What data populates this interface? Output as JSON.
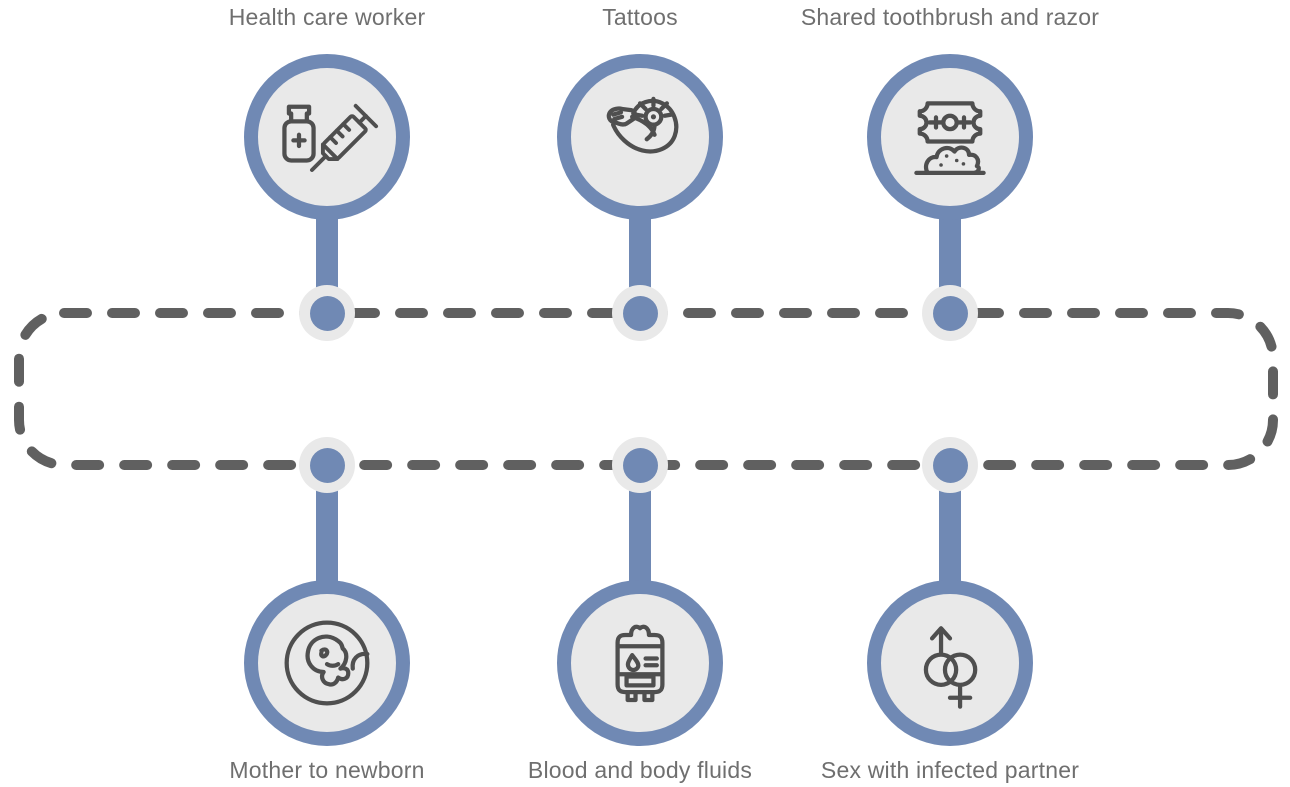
{
  "diagram": {
    "kind": "transmission-routes-cycle-infographic",
    "colors": {
      "accent_blue": "#7089b4",
      "circle_fill": "#e9e9e9",
      "dash_gray": "#606060",
      "icon_stroke": "#4f4f4f",
      "label_gray": "#6f6f6f",
      "background": "#ffffff"
    },
    "items": [
      {
        "label": "Health care worker",
        "icon": "vial-syringe-icon",
        "row": "top"
      },
      {
        "label": "Tattoos",
        "icon": "tattoo-arm-icon",
        "row": "top"
      },
      {
        "label": "Shared toothbrush and razor",
        "icon": "razor-foam-icon",
        "row": "top"
      },
      {
        "label": "Mother to newborn",
        "icon": "fetus-icon",
        "row": "bottom"
      },
      {
        "label": "Blood and body fluids",
        "icon": "blood-bag-icon",
        "row": "bottom"
      },
      {
        "label": "Sex with infected partner",
        "icon": "gender-symbols-icon",
        "row": "bottom"
      }
    ]
  }
}
